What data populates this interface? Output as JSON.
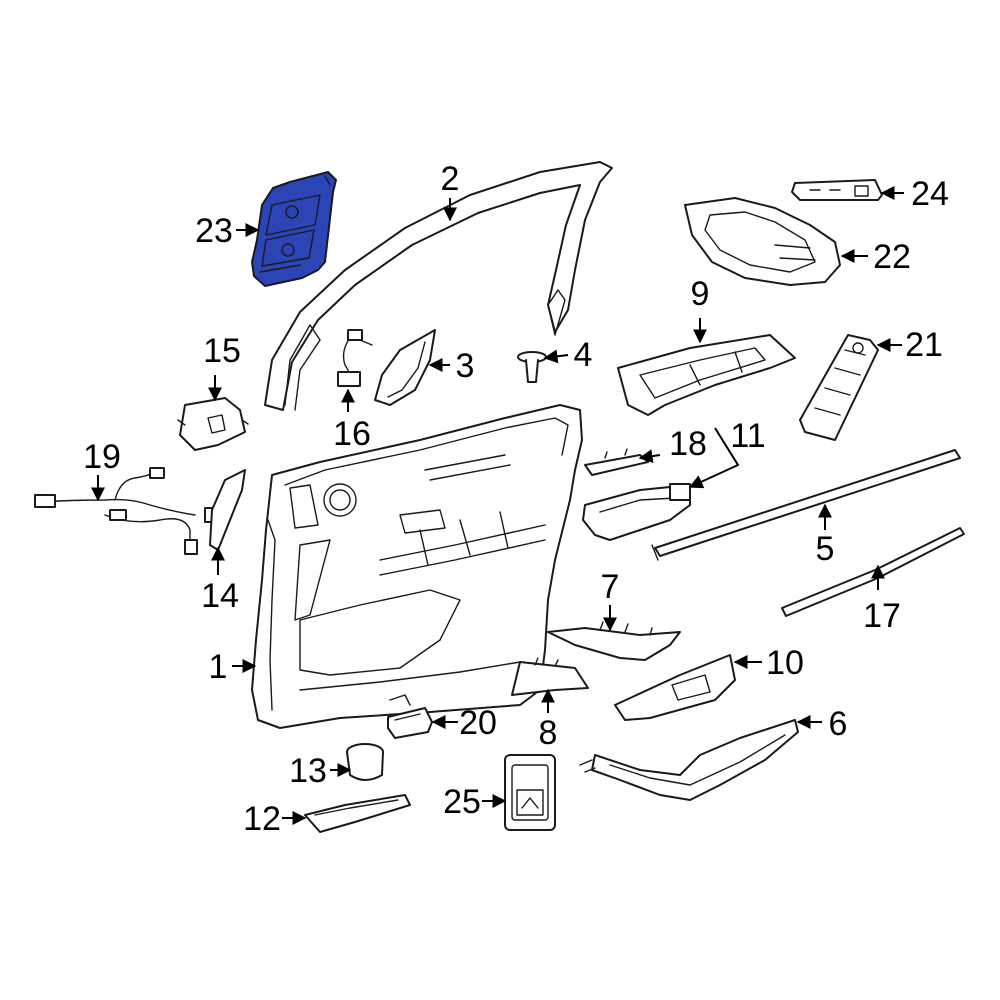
{
  "highlight_color": "#2b45b7",
  "callouts": [
    {
      "id": "p1",
      "label": "1"
    },
    {
      "id": "p2",
      "label": "2"
    },
    {
      "id": "p3",
      "label": "3"
    },
    {
      "id": "p4",
      "label": "4"
    },
    {
      "id": "p5",
      "label": "5"
    },
    {
      "id": "p6",
      "label": "6"
    },
    {
      "id": "p7",
      "label": "7"
    },
    {
      "id": "p8",
      "label": "8"
    },
    {
      "id": "p9",
      "label": "9"
    },
    {
      "id": "p10",
      "label": "10"
    },
    {
      "id": "p11",
      "label": "11"
    },
    {
      "id": "p12",
      "label": "12"
    },
    {
      "id": "p13",
      "label": "13"
    },
    {
      "id": "p14",
      "label": "14"
    },
    {
      "id": "p15",
      "label": "15"
    },
    {
      "id": "p16",
      "label": "16"
    },
    {
      "id": "p17",
      "label": "17"
    },
    {
      "id": "p18",
      "label": "18"
    },
    {
      "id": "p19",
      "label": "19"
    },
    {
      "id": "p20",
      "label": "20"
    },
    {
      "id": "p21",
      "label": "21"
    },
    {
      "id": "p22",
      "label": "22"
    },
    {
      "id": "p23",
      "label": "23"
    },
    {
      "id": "p24",
      "label": "24"
    },
    {
      "id": "p25",
      "label": "25"
    }
  ]
}
